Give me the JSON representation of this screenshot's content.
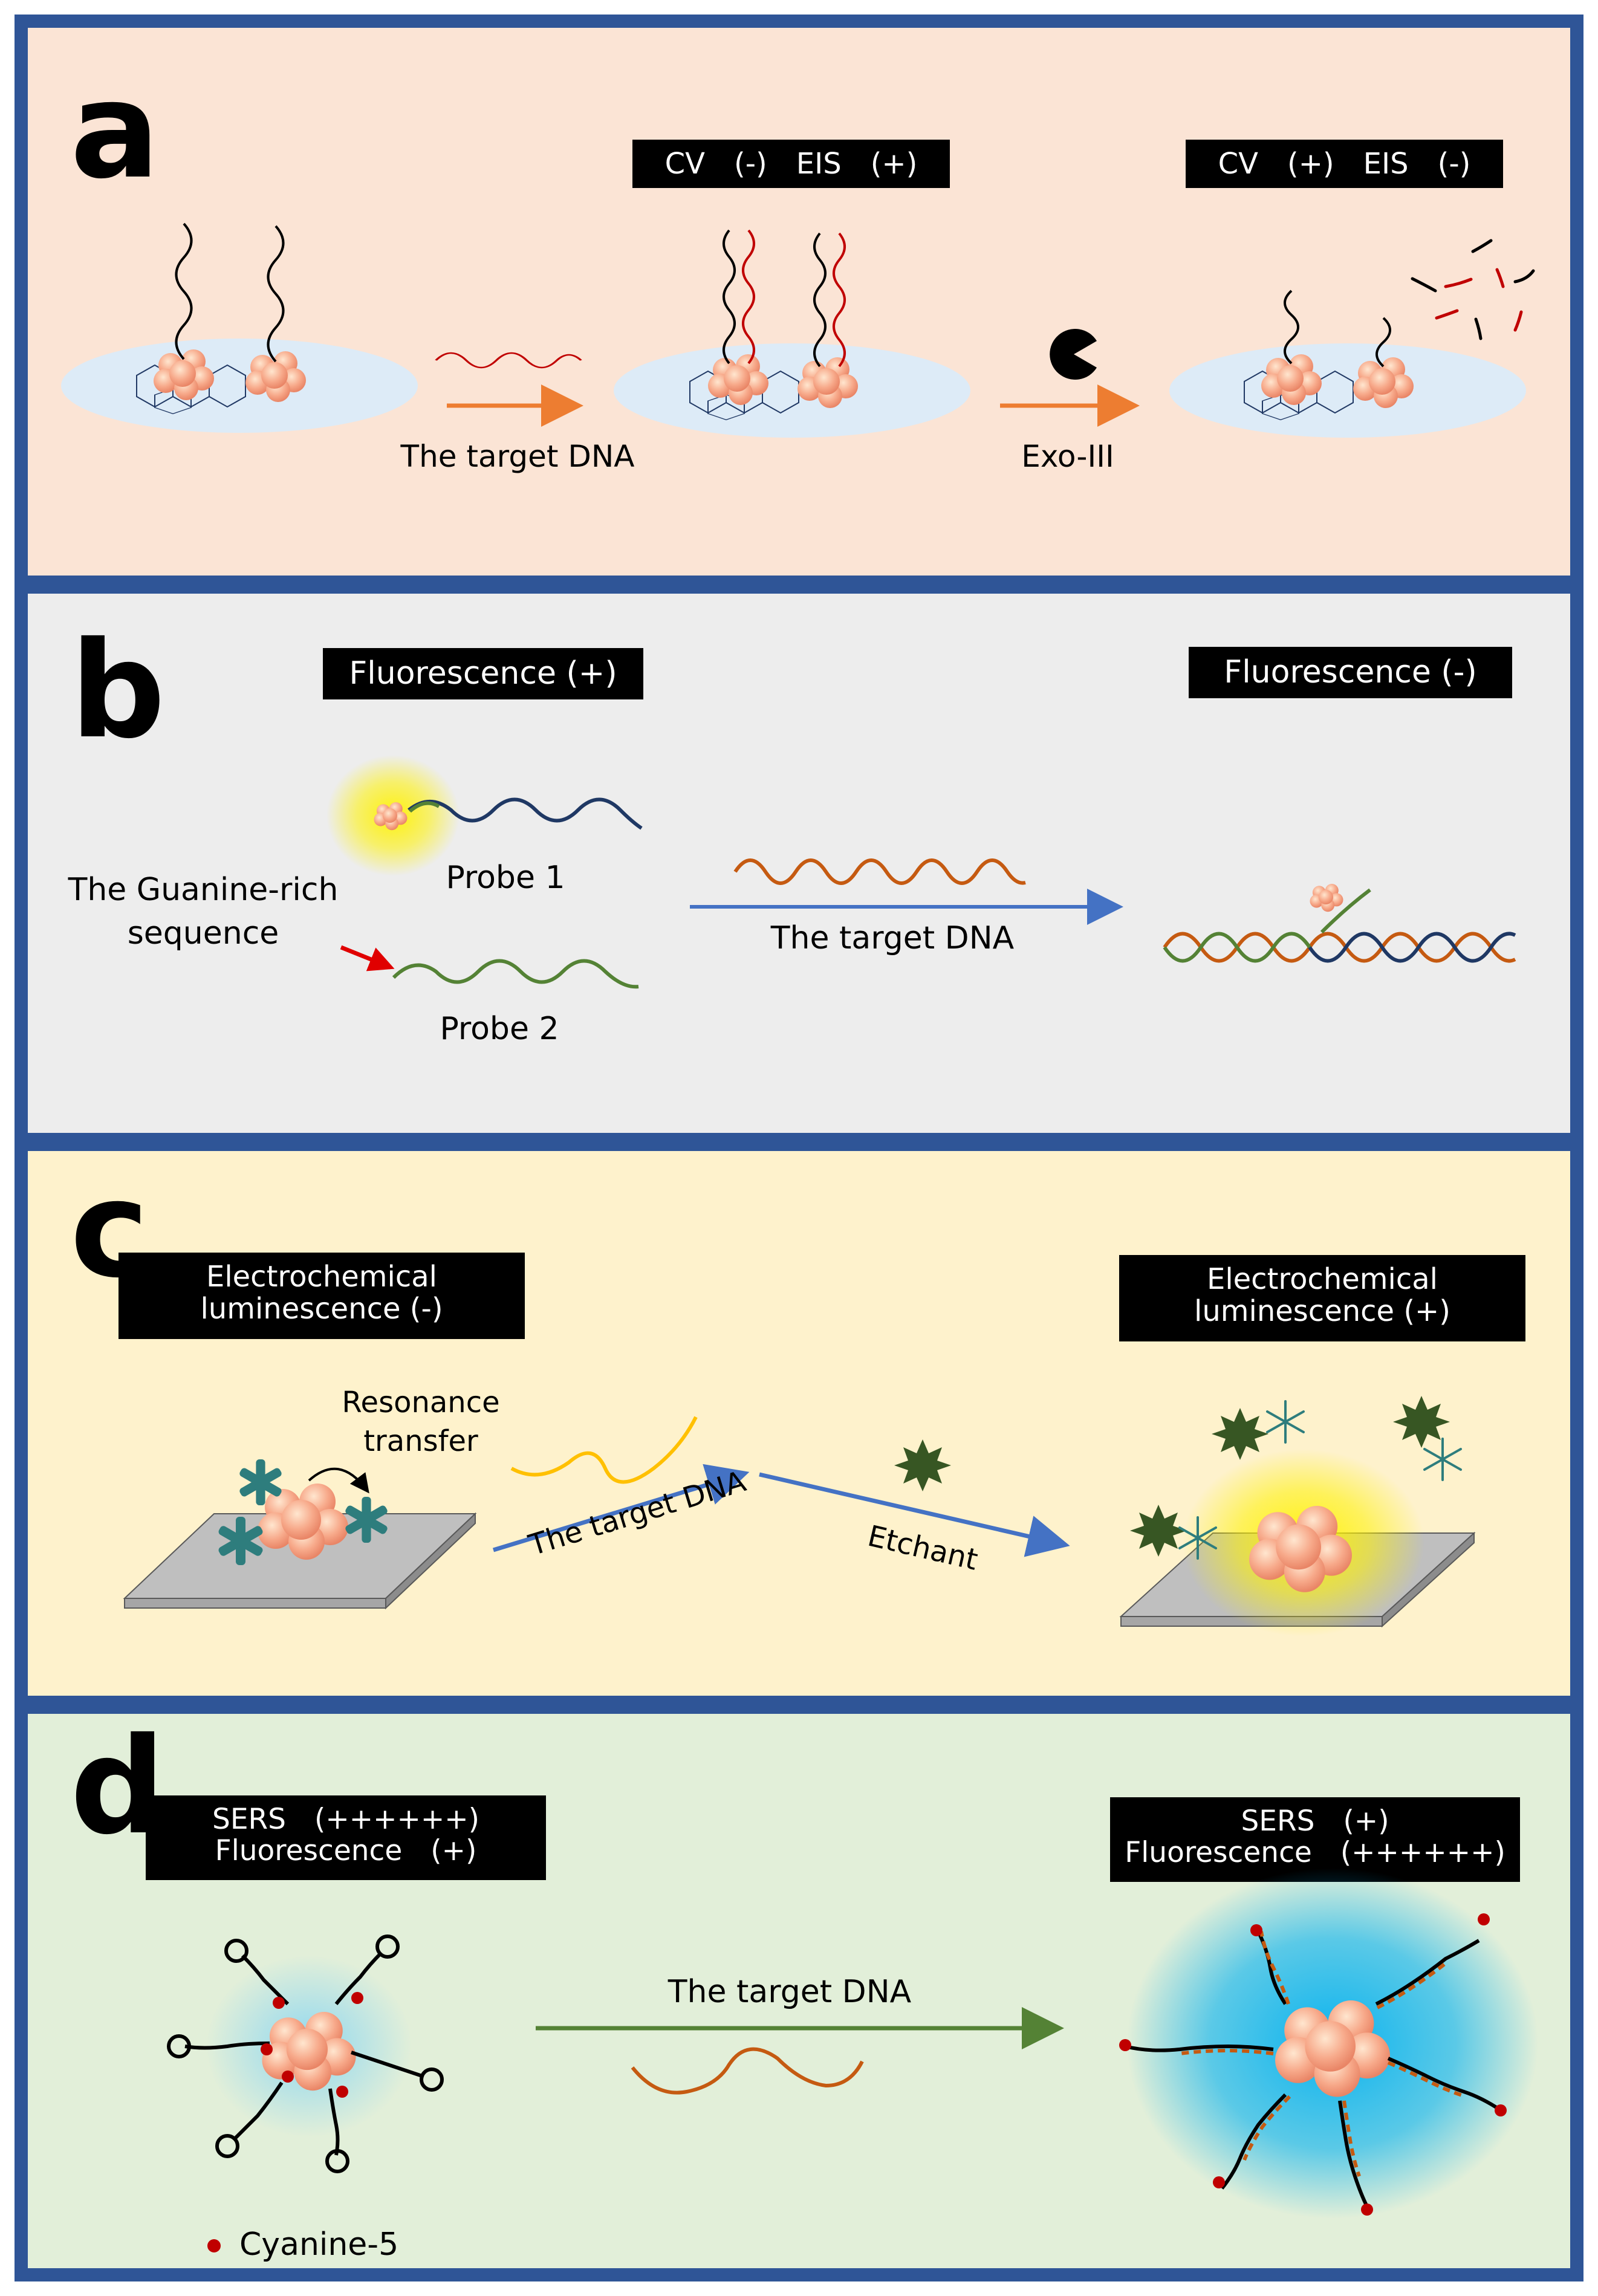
{
  "panel_a": {
    "letter": "a",
    "box_middle": "CV　(-)　EIS　(+)",
    "box_right": "CV　(+)　EIS　(-)",
    "caption_target": "The target DNA",
    "caption_exo": "Exo-III"
  },
  "panel_b": {
    "letter": "b",
    "box_left": "Fluorescence (+)",
    "box_right": "Fluorescence (-)",
    "probe1": "Probe 1",
    "probe2": "Probe 2",
    "guanine_line1": "The Guanine-rich",
    "guanine_line2": "sequence",
    "caption_target": "The target DNA"
  },
  "panel_c": {
    "letter": "c",
    "box_left_line1": "Electrochemical",
    "box_left_line2": "luminescence (-)",
    "box_right_line1": "Electrochemical",
    "box_right_line2": "luminescence (+)",
    "resonance_line1": "Resonance",
    "resonance_line2": "transfer",
    "caption_target": "The target DNA",
    "caption_etchant": "Etchant"
  },
  "panel_d": {
    "letter": "d",
    "box_left_line1": "SERS　(++++++)",
    "box_left_line2": "Fluorescence　(+)",
    "box_right_line1": "SERS　(+)",
    "box_right_line2": "Fluorescence　(++++++)",
    "caption_target": "The target DNA",
    "legend_cyanine": "Cyanine-5"
  },
  "colors": {
    "border": "#2f5597",
    "panel_a_bg": "#fbe4d5",
    "panel_b_bg": "#ededed",
    "panel_c_bg": "#fef2cc",
    "panel_d_bg": "#e2efd9",
    "orange_arrow": "#ed7d31",
    "blue_arrow": "#4472c4",
    "green_arrow": "#548235",
    "dna_red": "#c00000",
    "dna_navy": "#1f3864",
    "dna_green": "#548235",
    "dna_orange": "#c55a11",
    "star_dark_green": "#375623",
    "star_teal": "#2e7d7d",
    "cyanine_red": "#c00000"
  }
}
